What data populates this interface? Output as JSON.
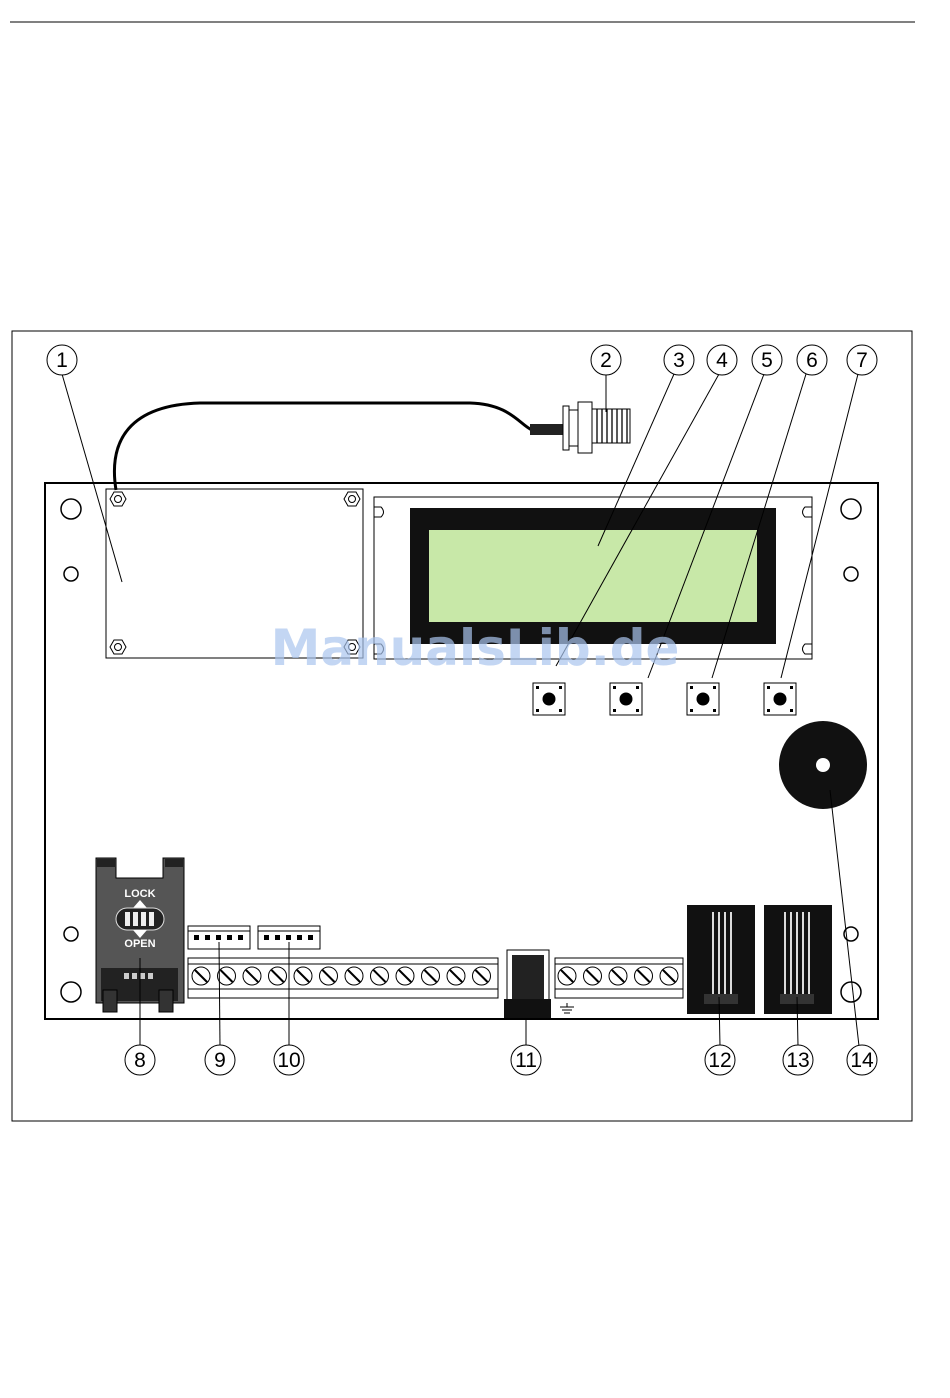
{
  "callouts": [
    "1",
    "2",
    "3",
    "4",
    "5",
    "6",
    "7",
    "8",
    "9",
    "10",
    "11",
    "12",
    "13",
    "14"
  ],
  "sim_holder": {
    "lock_label": "LOCK",
    "open_label": "OPEN"
  },
  "watermark": "ManualsLib.de",
  "icons": {
    "ground": "ground-symbol-icon",
    "buzzer": "buzzer-icon",
    "antenna": "antenna-connector-icon"
  },
  "colors": {
    "lcd_screen": "#c8e8a8",
    "lcd_bezel": "#111111",
    "sim_holder": "#555555",
    "watermark": "#a9c4ee"
  }
}
